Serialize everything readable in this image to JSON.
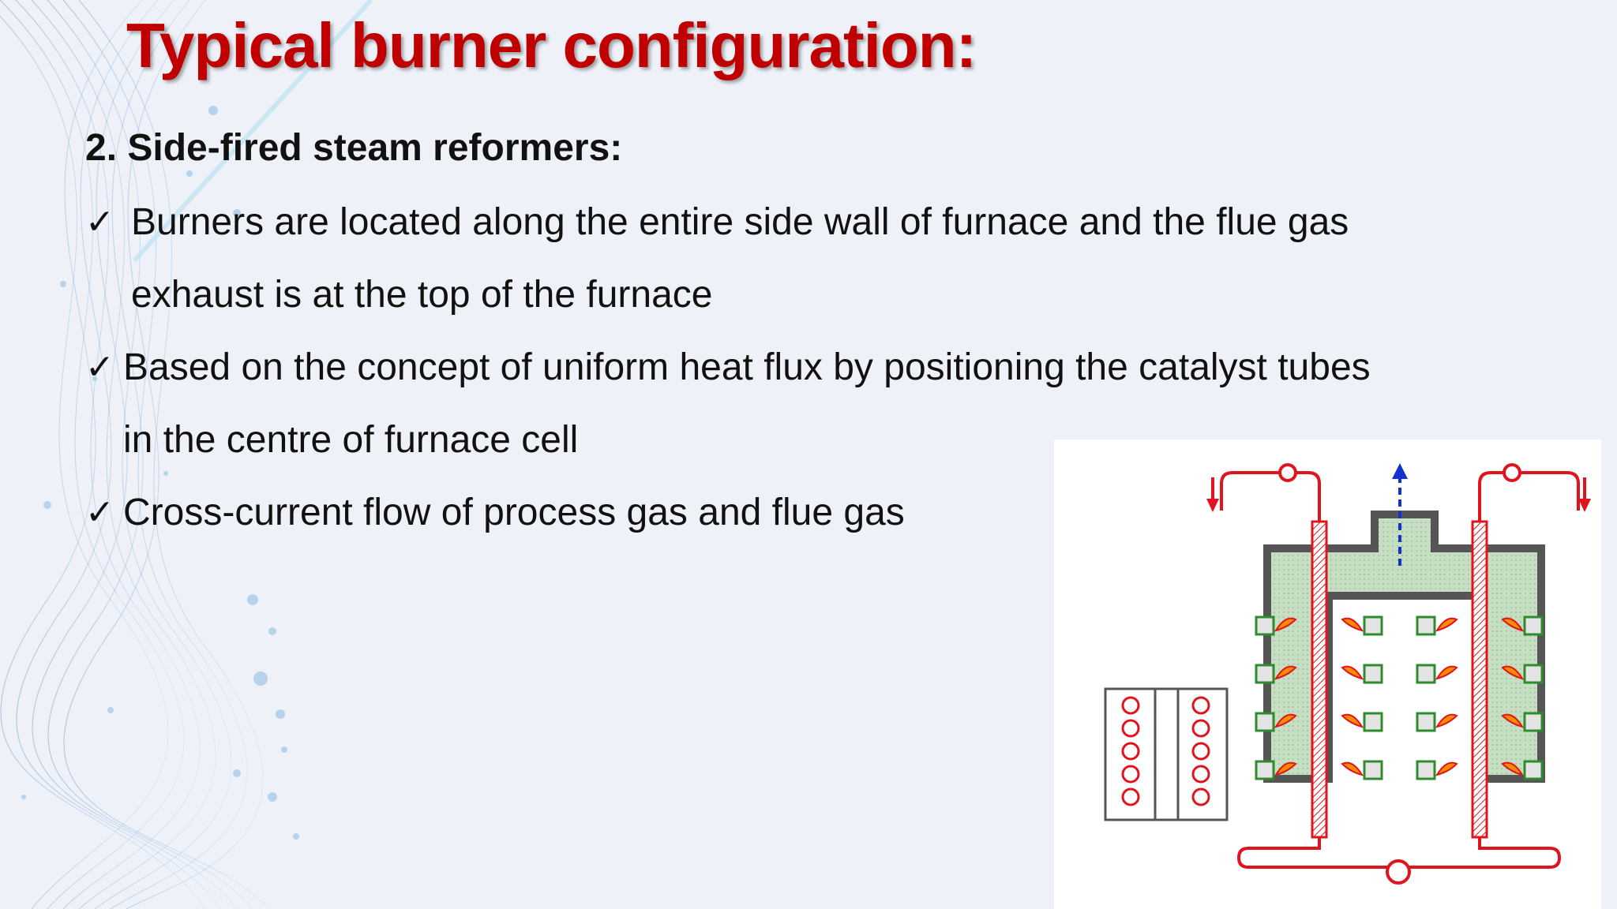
{
  "slide": {
    "title": "Typical burner configuration:",
    "subtitle": "2. Side-fired steam reformers:",
    "bullets": [
      {
        "line1": "Burners are located along the entire side wall of furnace and the flue gas",
        "line2": "exhaust is at the top of the furnace"
      },
      {
        "line1": "Based on the concept of uniform heat flux by positioning the catalyst tubes",
        "line2": "in the centre of furnace cell"
      },
      {
        "line1": "Cross-current flow of process gas and flue gas",
        "line2": ""
      }
    ],
    "check_glyph": "✓"
  },
  "colors": {
    "title": "#c00000",
    "text": "#111111",
    "background": "#eef2f8",
    "pipe_red": "#e0141e",
    "wall_gray": "#555555",
    "furnace_fill": "#bcd6b8",
    "burner_green": "#2e8b2e",
    "flue_arrow_blue": "#1530d0",
    "flame": "#ff8c00"
  }
}
